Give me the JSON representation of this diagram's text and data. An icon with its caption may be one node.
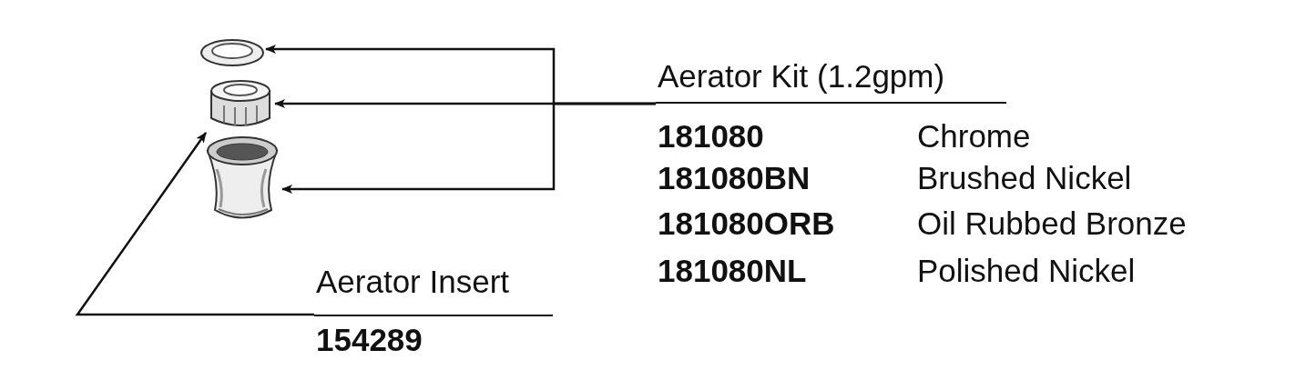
{
  "diagram": {
    "nodes": [
      {
        "text": [],
        "shape": "picture"
      },
      {
        "text": [],
        "shape": "picture"
      },
      {
        "text": [],
        "shape": "picture"
      },
      {
        "text": [
          "Aerator Kit (1.2gpm)"
        ]
      },
      {
        "text": [
          "Aerator Insert",
          "154289"
        ]
      }
    ],
    "edges": [
      {
        "from": 3,
        "to": 0,
        "arrow": "to"
      },
      {
        "from": 3,
        "to": 1,
        "arrow": "to"
      },
      {
        "from": 3,
        "to": 2,
        "arrow": "to"
      },
      {
        "from": 4,
        "to": 1,
        "arrow": "to"
      }
    ],
    "labels": [
      "181080",
      "Chrome",
      "181080BN",
      "Brushed Nickel",
      "181080ORB",
      "Oil Rubbed Bronze",
      "181080NL",
      "Polished Nickel"
    ]
  }
}
